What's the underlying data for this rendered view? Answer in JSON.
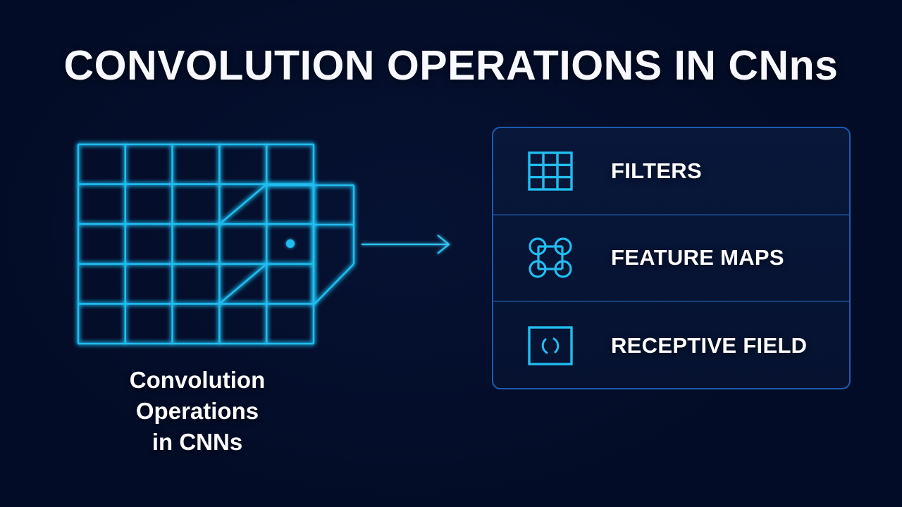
{
  "page": {
    "title": "CONVOLUTION OPERATIONS IN CNns",
    "background_color": "#030c26",
    "accent_color": "#22bdf0",
    "panel_border_color": "#1e5bb0",
    "divider_color": "#16407c",
    "text_color": "#ffffff"
  },
  "diagram": {
    "name": "convolution-grid-diagram",
    "grid_columns": 5,
    "grid_rows": 5,
    "grid_line_color": "#22bdf0",
    "marker_dot_color": "#22bdf0",
    "arrow_color": "#2fc4ef",
    "caption_lines": [
      "Convolution",
      "Operations",
      "in CNNs"
    ]
  },
  "panel": {
    "items": [
      {
        "label": "FILTERS",
        "icon": "grid-3x3-icon"
      },
      {
        "label": "FEATURE MAPS",
        "icon": "node-graph-icon"
      },
      {
        "label": "RECEPTIVE FIELD",
        "icon": "receptive-field-icon"
      }
    ]
  }
}
